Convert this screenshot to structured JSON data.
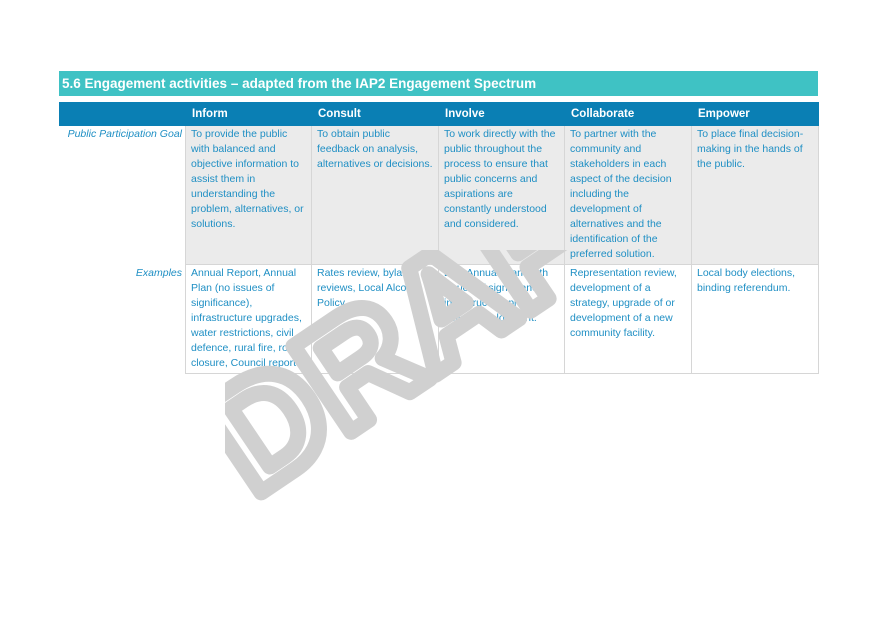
{
  "section": {
    "title": "5.6 Engagement activities – adapted from the IAP2 Engagement Spectrum"
  },
  "table": {
    "columns": [
      "",
      "Inform",
      "Consult",
      "Involve",
      "Collaborate",
      "Empower"
    ],
    "rows": [
      {
        "label": "Public Participation Goal",
        "cells": [
          "To provide the public with balanced and objective information to assist them in understanding the problem, alternatives, or solutions.",
          "To obtain public feedback on analysis, alternatives or decisions.",
          "To work directly with the public throughout the process to ensure that public concerns and aspirations are constantly understood and considered.",
          "To partner with the community and stakeholders in each aspect of the decision including the development of alternatives and the identification of the preferred solution.",
          "To place final decision-making in the hands of the public."
        ]
      },
      {
        "label": "Examples",
        "cells": [
          "Annual Report, Annual Plan (no issues of significance), infrastructure upgrades, water restrictions, civil defence, rural fire, road closure, Council reports.",
          "Rates review, bylaw reviews, Local Alcohol Policy.",
          "LTP, Annual Plan (with issues of significance) infrastructure projects, policy development.",
          "Representation review, development of a strategy, upgrade of or development of a new community facility.",
          "Local body elections, binding referendum."
        ]
      }
    ]
  },
  "watermark": {
    "text": "DRAFT",
    "color": "#d0d0d0"
  },
  "colors": {
    "title_bar": "#3fc2c4",
    "header_bar": "#0a7fb4",
    "body_text": "#1f8fc4",
    "goal_row_bg": "#ebebeb"
  }
}
